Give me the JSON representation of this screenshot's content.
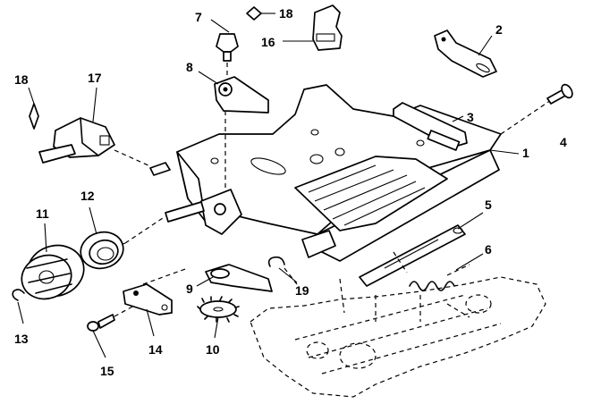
{
  "diagram": {
    "callouts": {
      "c1": "1",
      "c2": "2",
      "c3": "3",
      "c4": "4",
      "c5": "5",
      "c6": "6",
      "c7": "7",
      "c8": "8",
      "c9": "9",
      "c10": "10",
      "c11": "11",
      "c12": "12",
      "c13": "13",
      "c14": "14",
      "c15": "15",
      "c16": "16",
      "c17": "17",
      "c18a": "18",
      "c18b": "18",
      "c19": "19"
    }
  }
}
